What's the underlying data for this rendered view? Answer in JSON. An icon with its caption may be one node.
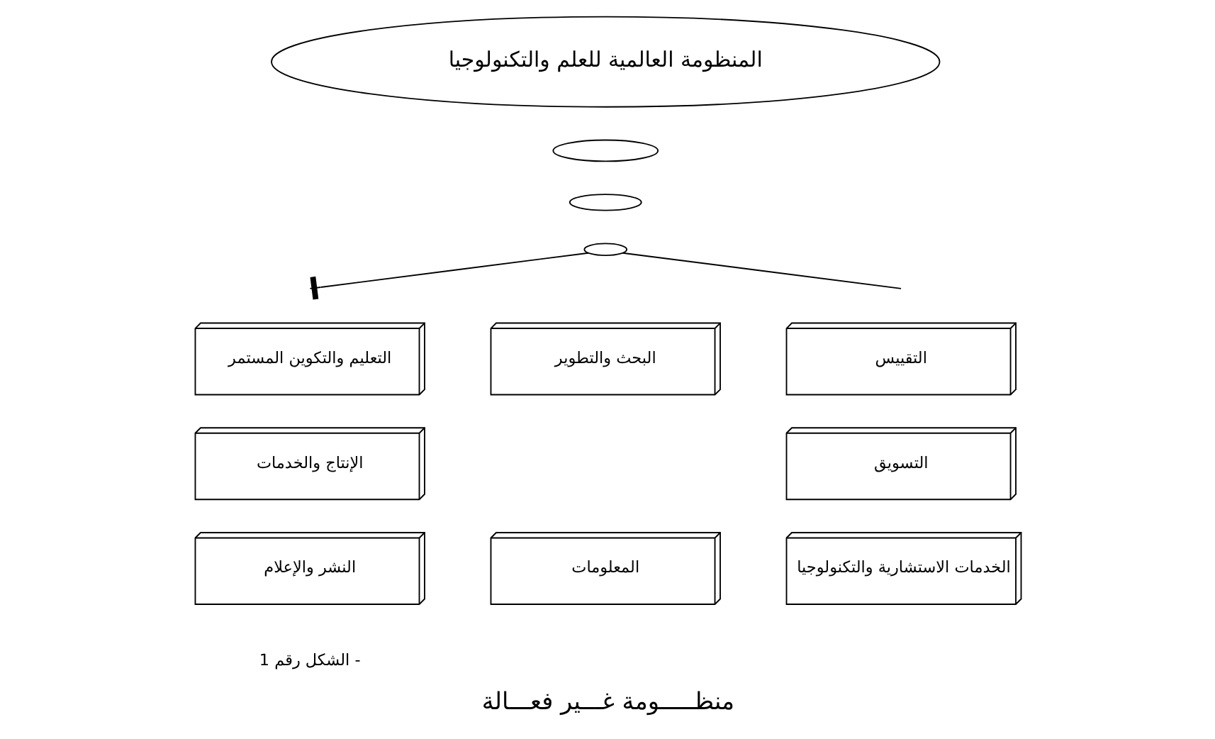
{
  "diagram": {
    "caption": "منظـــــومة غـــير فعـــالة",
    "nodes": [
      {
        "text": [
          "المنظومة العالمية للعلم والتكنولوجيا"
        ]
      },
      {
        "text": [],
        "shape": "ellipse"
      },
      {
        "text": [],
        "shape": "ellipse"
      },
      {
        "text": [],
        "shape": "ellipse"
      },
      {
        "text": [
          "البحث والتطوير"
        ]
      },
      {
        "text": [
          "التقييس"
        ]
      },
      {
        "text": [
          "التعليم والتكوين المستمر"
        ]
      },
      {
        "text": [
          "التسويق"
        ]
      },
      {
        "text": [
          "الإنتاج والخدمات"
        ]
      },
      {
        "text": [
          "الخدمات الاستشارية والتكنولوجيا"
        ]
      },
      {
        "text": [
          "النشر والإعلام"
        ]
      },
      {
        "text": [
          "المعلومات"
        ]
      }
    ],
    "edges": [
      {
        "from": 3,
        "to": null,
        "arrow": "none"
      },
      {
        "from": 3,
        "to": null,
        "arrow": "other"
      }
    ],
    "labels": [
      "الشكل رقم 1 -"
    ]
  }
}
